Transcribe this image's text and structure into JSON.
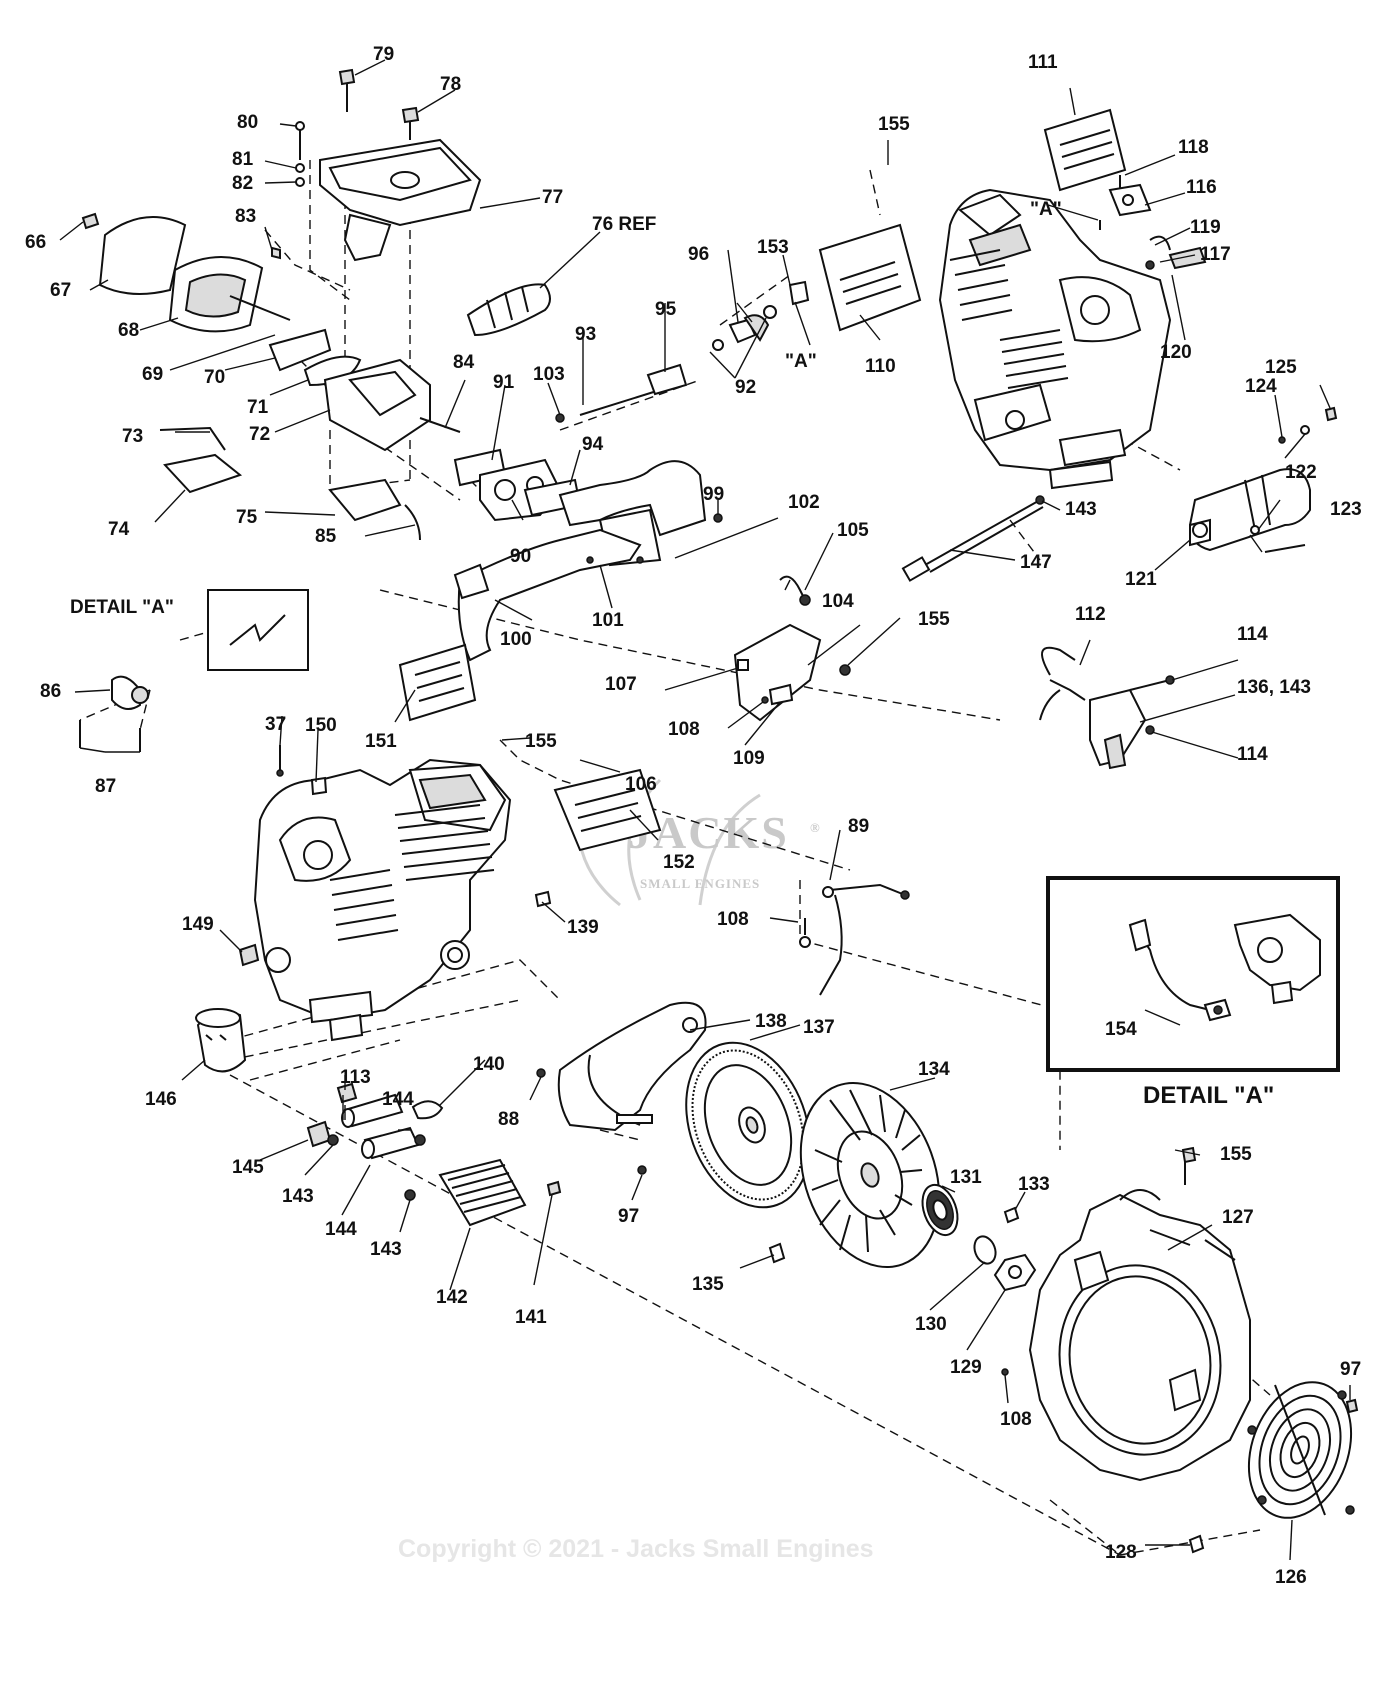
{
  "watermark": {
    "brand": "JACKS",
    "sub": "SMALL ENGINES",
    "reg": "®"
  },
  "copyright": "Copyright © 2021 - Jacks Small Engines",
  "detail_label_left": "DETAIL \"A\"",
  "detail_label_box": "DETAIL \"A\"",
  "ref_a": "\"A\"",
  "labels": {
    "n37": "37",
    "n66": "66",
    "n67": "67",
    "n68": "68",
    "n69": "69",
    "n70": "70",
    "n71": "71",
    "n72": "72",
    "n73": "73",
    "n74": "74",
    "n75": "75",
    "n76": "76 REF",
    "n77": "77",
    "n78": "78",
    "n79": "79",
    "n80": "80",
    "n81": "81",
    "n82": "82",
    "n83": "83",
    "n84": "84",
    "n85": "85",
    "n86": "86",
    "n87": "87",
    "n88": "88",
    "n89": "89",
    "n90": "90",
    "n91": "91",
    "n92": "92",
    "n93": "93",
    "n94": "94",
    "n95": "95",
    "n96": "96",
    "n97a": "97",
    "n97b": "97",
    "n99": "99",
    "n100": "100",
    "n101": "101",
    "n102": "102",
    "n103": "103",
    "n104": "104",
    "n105": "105",
    "n106": "106",
    "n107": "107",
    "n108a": "108",
    "n108b": "108",
    "n108c": "108",
    "n109": "109",
    "n110": "110",
    "n111": "111",
    "n112": "112",
    "n113": "113",
    "n114a": "114",
    "n114b": "114",
    "n116": "116",
    "n117": "117",
    "n118": "118",
    "n119": "119",
    "n120": "120",
    "n121": "121",
    "n122": "122",
    "n123": "123",
    "n124": "124",
    "n125": "125",
    "n126": "126",
    "n127": "127",
    "n128": "128",
    "n129": "129",
    "n130": "130",
    "n131": "131",
    "n133": "133",
    "n134": "134",
    "n135": "135",
    "n136_143": "136, 143",
    "n137": "137",
    "n138": "138",
    "n139": "139",
    "n140": "140",
    "n141": "141",
    "n142": "142",
    "n143a": "143",
    "n143b": "143",
    "n143c": "143",
    "n144a": "144",
    "n144b": "144",
    "n145": "145",
    "n146": "146",
    "n147": "147",
    "n149": "149",
    "n150": "150",
    "n151": "151",
    "n152": "152",
    "n153": "153",
    "n154": "154",
    "n155a": "155",
    "n155b": "155",
    "n155c": "155",
    "n155d": "155"
  }
}
